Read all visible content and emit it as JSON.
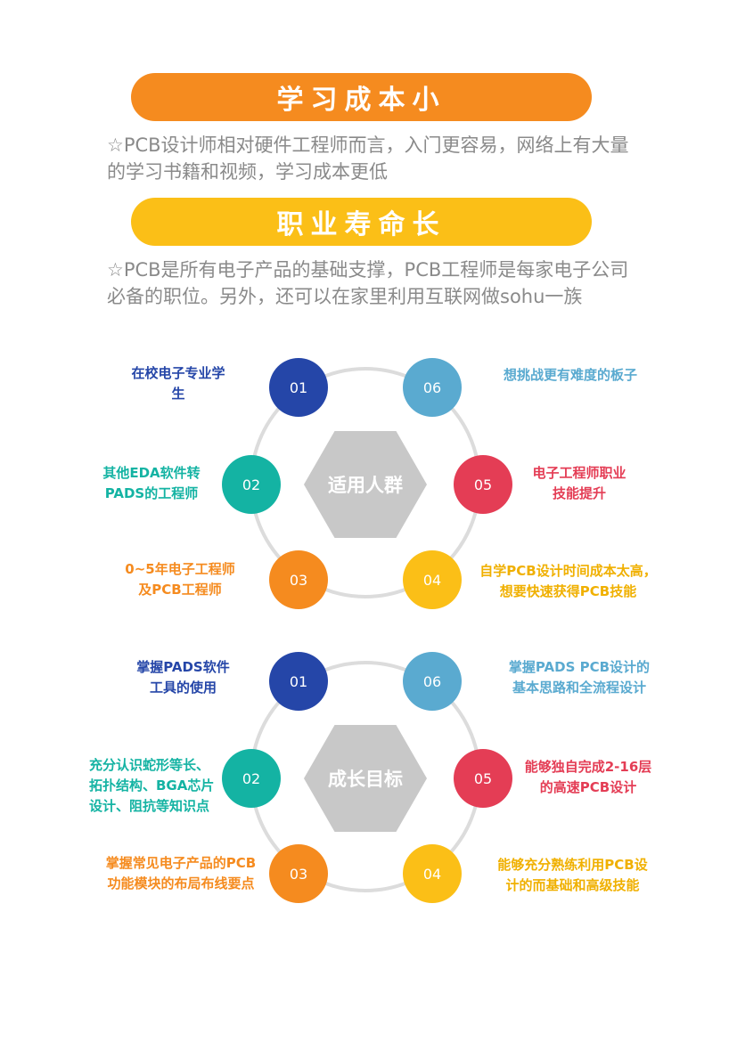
{
  "section1": {
    "banner": "学习成本小",
    "text": "☆PCB设计师相对硬件工程师而言，入门更容易，网络上有大量的学习书籍和视频，学习成本更低"
  },
  "section2": {
    "banner": "职业寿命长",
    "text": "☆PCB是所有电子产品的基础支撑，PCB工程师是每家电子公司必备的职位。另外，还可以在家里利用互联网做sohu一族"
  },
  "diagram1": {
    "center": "适用人群",
    "nodes": [
      {
        "num": "01",
        "label": "在校电子专业学\n生",
        "color": "#2546a8"
      },
      {
        "num": "02",
        "label": "其他EDA软件转\nPADS的工程师",
        "color": "#14b3a3"
      },
      {
        "num": "03",
        "label": "0~5年电子工程师\n及PCB工程师",
        "color": "#f58b1f"
      },
      {
        "num": "04",
        "label": "自学PCB设计时间成本太高，\n想要快速获得PCB技能",
        "color": "#fbbf17"
      },
      {
        "num": "05",
        "label": "电子工程师职业\n技能提升",
        "color": "#e43d55"
      },
      {
        "num": "06",
        "label": "想挑战更有难度的板子",
        "color": "#5aaad0"
      }
    ]
  },
  "diagram2": {
    "center": "成长目标",
    "nodes": [
      {
        "num": "01",
        "label": "掌握PADS软件\n工具的使用",
        "color": "#2546a8"
      },
      {
        "num": "02",
        "label": "充分认识蛇形等长、\n拓扑结构、BGA芯片\n设计、阻抗等知识点",
        "color": "#14b3a3"
      },
      {
        "num": "03",
        "label": "掌握常见电子产品的PCB\n功能模块的布局布线要点",
        "color": "#f58b1f"
      },
      {
        "num": "04",
        "label": "能够充分熟练利用PCB设\n计的而基础和高级技能",
        "color": "#fbbf17"
      },
      {
        "num": "05",
        "label": "能够独自完成2-16层\n的高速PCB设计",
        "color": "#e43d55"
      },
      {
        "num": "06",
        "label": "掌握PADS PCB设计的\n基本思路和全流程设计",
        "color": "#5aaad0"
      }
    ]
  }
}
